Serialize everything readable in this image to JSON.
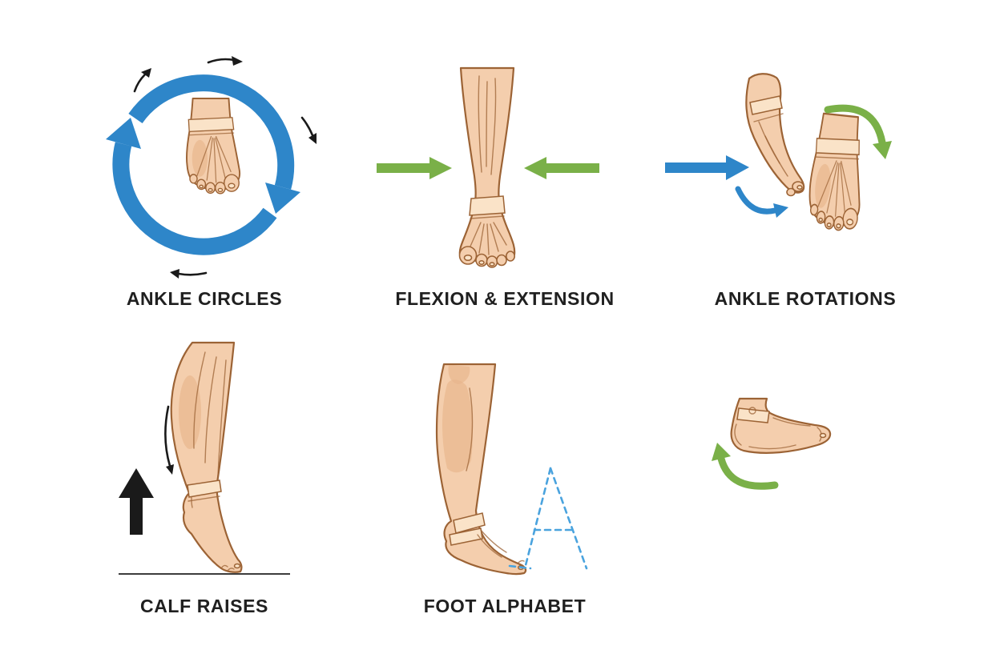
{
  "page": {
    "background": "#ffffff"
  },
  "colors": {
    "page": "#ffffff",
    "blue": "#2e86c9",
    "green": "#7ab048",
    "black": "#1a1a1a",
    "skin": "#f4cead",
    "skin_light": "#fae3c8",
    "skin_shade": "#e8b68c",
    "outline": "#9c6335",
    "dashed_blue": "#4aa3de",
    "label": "#202020",
    "ground": "#3c3c3c"
  },
  "panels": [
    {
      "id": "ankle-circles",
      "label": "ANKLE CIRCLES",
      "icons": [
        "rotation-circle-arrow",
        "clockwise-direction-arrows",
        "foot-top-view"
      ]
    },
    {
      "id": "flexion-extension",
      "label": "FLEXION & EXTENSION",
      "icons": [
        "inward-arrow-left",
        "inward-arrow-right",
        "leg-front-view"
      ]
    },
    {
      "id": "ankle-rotations",
      "label": "ANKLE ROTATIONS",
      "icons": [
        "right-arrow",
        "small-curved-arrow",
        "pointed-foot",
        "foot-top-view",
        "curved-arrow-down"
      ]
    },
    {
      "id": "calf-raises",
      "label": "CALF RAISES",
      "icons": [
        "up-arrow",
        "downward-curve-arrow",
        "leg-on-tiptoe",
        "ground-line"
      ]
    },
    {
      "id": "foot-alphabet",
      "label": "FOOT ALPHABET",
      "letter": "A",
      "icons": [
        "leg-side-view",
        "dashed-letter-a"
      ]
    },
    {
      "id": "ankle-stretch",
      "label": "",
      "icons": [
        "foot-side-view",
        "curved-arrow-up"
      ]
    }
  ]
}
